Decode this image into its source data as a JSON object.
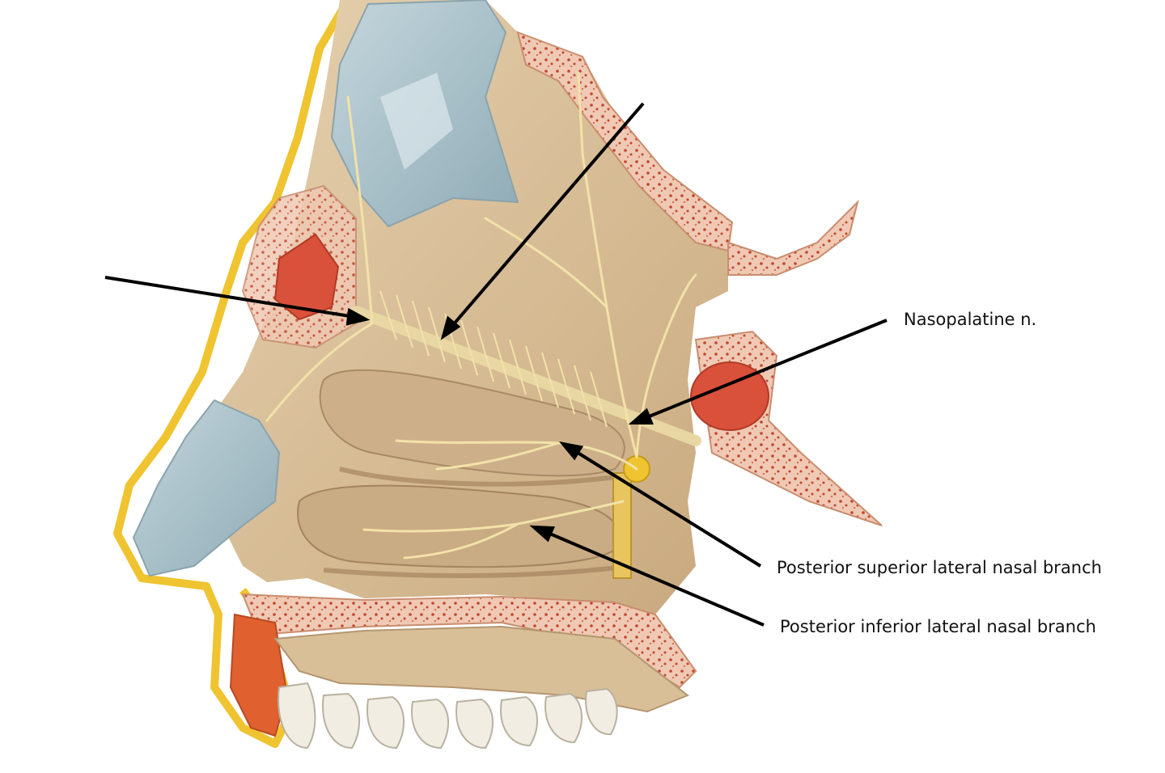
{
  "labels": {
    "nasopalatine": "Nasopalatine n.",
    "posterior_superior": "Posterior superior lateral nasal branch",
    "posterior_inferior": "Posterior inferior lateral nasal branch"
  },
  "colors": {
    "mucosa": "#d9bf97",
    "mucosa_shadow": "#b89a72",
    "cartilage": "#a9c3cc",
    "bone_section": "#efc9b3",
    "marrow_dots": "#c2452f",
    "sinus_red": "#d9513a",
    "fat_yellow": "#f0c430",
    "nerve": "#f2e2a8",
    "leader_line": "#000000"
  },
  "icons": {
    "illustration": "nasal-cavity-lateral-wall-illustration"
  }
}
